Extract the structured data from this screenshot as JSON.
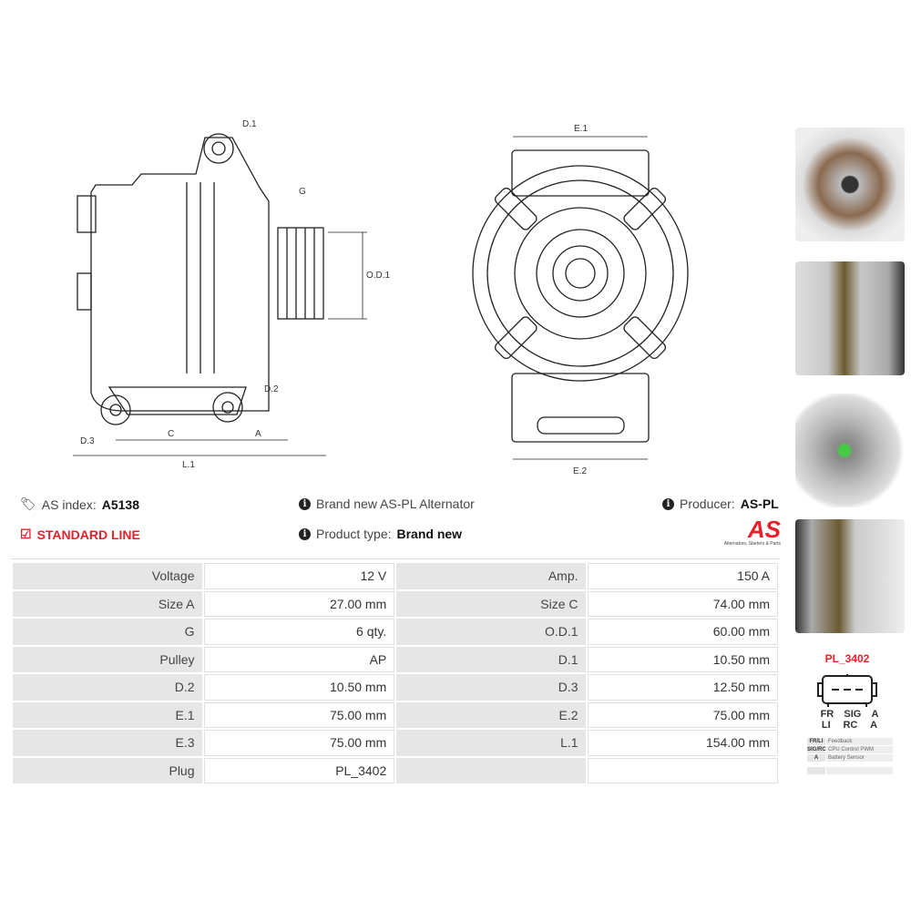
{
  "drawing_labels": {
    "d1": "D.1",
    "g": "G",
    "od1": "O.D.1",
    "d2": "D.2",
    "d3": "D.3",
    "c": "C",
    "a": "A",
    "l1": "L.1",
    "e1": "E.1",
    "e2": "E.2"
  },
  "info": {
    "as_index_label": "AS index:",
    "as_index": "A5138",
    "line": "STANDARD LINE",
    "desc": "Brand new AS-PL Alternator",
    "type_label": "Product type:",
    "type": "Brand new",
    "producer_label": "Producer:",
    "producer": "AS-PL",
    "logo_text": "AS",
    "logo_tagline": "Alternators, Starters & Parts"
  },
  "specs": [
    [
      "Voltage",
      "12 V",
      "Amp.",
      "150 A"
    ],
    [
      "Size A",
      "27.00 mm",
      "Size C",
      "74.00 mm"
    ],
    [
      "G",
      "6 qty.",
      "O.D.1",
      "60.00 mm"
    ],
    [
      "Pulley",
      "AP",
      "D.1",
      "10.50 mm"
    ],
    [
      "D.2",
      "10.50 mm",
      "D.3",
      "12.50 mm"
    ],
    [
      "E.1",
      "75.00 mm",
      "E.2",
      "75.00 mm"
    ],
    [
      "E.3",
      "75.00 mm",
      "L.1",
      "154.00 mm"
    ],
    [
      "Plug",
      "PL_3402",
      "",
      ""
    ]
  ],
  "plug": {
    "name": "PL_3402",
    "pins_top": [
      "FR",
      "SIG",
      "A"
    ],
    "pins_bottom": [
      "LI",
      "RC",
      "A"
    ],
    "legend": [
      [
        "FR/LI",
        "Feedback"
      ],
      [
        "SIG/RC",
        "CPU Control PWM"
      ],
      [
        "A",
        "Battery Sensor"
      ],
      [
        "",
        ""
      ]
    ]
  },
  "colors": {
    "accent": "#e8202a"
  }
}
